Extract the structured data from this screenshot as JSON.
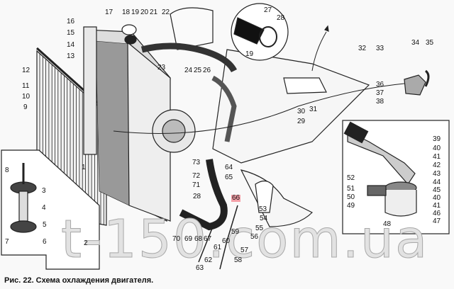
{
  "figure": {
    "caption": "Рис. 22. Схема охлаждения двигателя.",
    "watermark": "t-150.com.ua",
    "highlight_color": "#f4a0a8",
    "highlighted_label": "66"
  },
  "labels": {
    "l1": "1",
    "l2": "2",
    "l3": "3",
    "l4": "4",
    "l5": "5",
    "l6": "6",
    "l7": "7",
    "l8": "8",
    "l9": "9",
    "l10": "10",
    "l11": "11",
    "l12": "12",
    "l13": "13",
    "l14": "14",
    "l15": "15",
    "l16": "16",
    "l17": "17",
    "l18": "18",
    "l19": "19",
    "l20": "20",
    "l21": "21",
    "l22": "22",
    "l23": "23",
    "l24": "24",
    "l25": "25",
    "l26": "26",
    "l27": "27",
    "l28": "28",
    "l19b": "19",
    "l28b": "28",
    "l29": "29",
    "l30": "30",
    "l31": "31",
    "l32": "32",
    "l33": "33",
    "l34": "34",
    "l35": "35",
    "l36": "36",
    "l37": "37",
    "l38": "38",
    "l39": "39",
    "l40": "40",
    "l41": "41",
    "l42": "42",
    "l43": "43",
    "l44": "44",
    "l45": "45",
    "l40b": "40",
    "l41b": "41",
    "l46": "46",
    "l47": "47",
    "l48": "48",
    "l49": "49",
    "l50": "50",
    "l51": "51",
    "l52": "52",
    "l53": "53",
    "l54": "54",
    "l55": "55",
    "l56": "56",
    "l57": "57",
    "l58": "58",
    "l59": "59",
    "l60": "60",
    "l61": "61",
    "l62": "62",
    "l63": "63",
    "l64": "64",
    "l65": "65",
    "l66": "66",
    "l67": "67",
    "l68": "68",
    "l69": "69",
    "l70": "70",
    "l71": "71",
    "l72": "72",
    "l73": "73"
  }
}
